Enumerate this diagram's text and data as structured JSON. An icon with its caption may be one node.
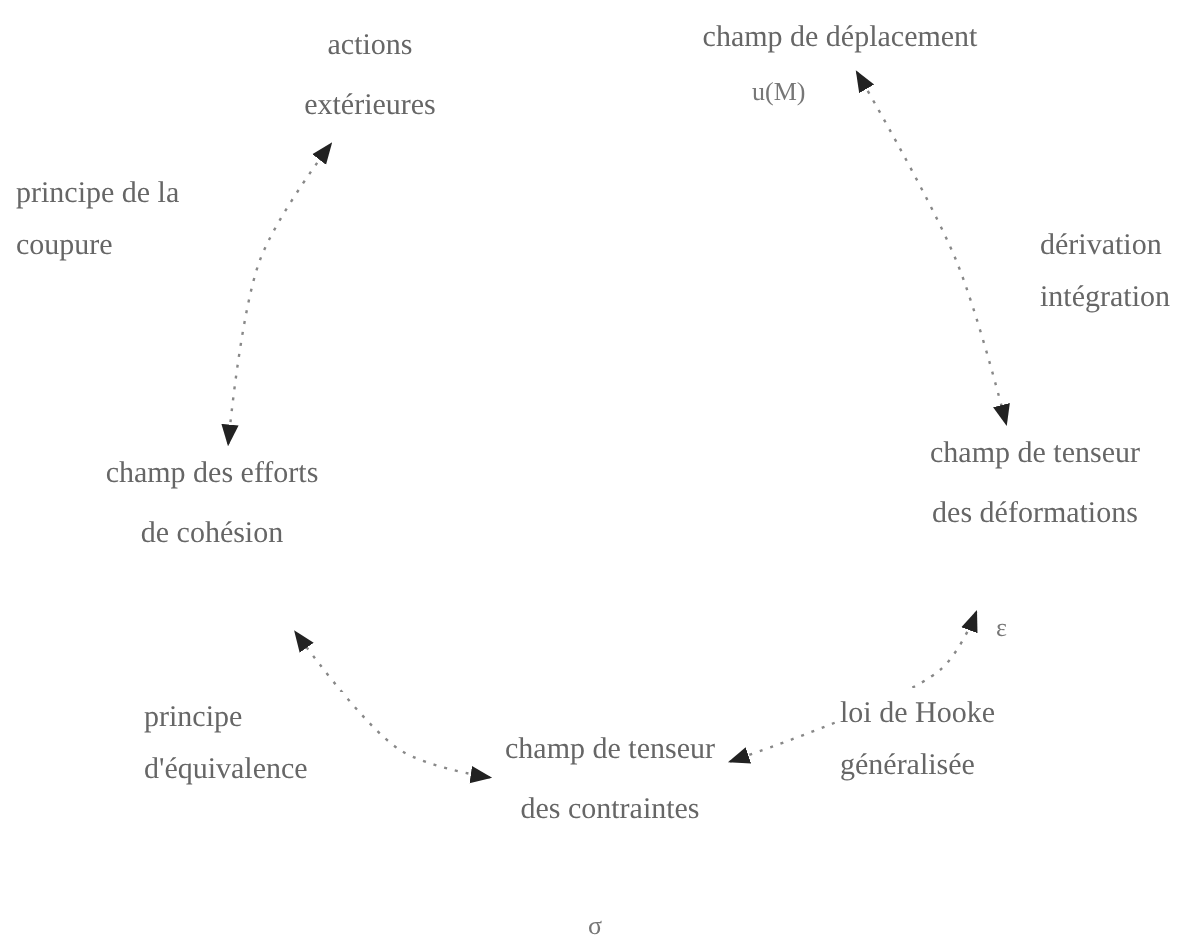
{
  "diagram": {
    "nodes": [
      {
        "text": [
          "actions extérieures"
        ]
      },
      {
        "text": [
          "champ de déplacement"
        ],
        "beside": [
          "u(M)"
        ]
      },
      {
        "text": [
          "champ de tenseur des déformations"
        ],
        "beside": [
          "ε"
        ]
      },
      {
        "text": [
          "champ de tenseur des contraintes"
        ],
        "beside": [
          "σ"
        ]
      },
      {
        "text": [
          "champ des efforts de cohésion"
        ]
      }
    ],
    "edges": [
      {
        "from": 1,
        "to": 2,
        "arrow": "both",
        "label": "dérivation intégration"
      },
      {
        "from": 2,
        "to": 3,
        "arrow": "both",
        "label": "loi de Hooke généralisée"
      },
      {
        "from": 3,
        "to": 4,
        "arrow": "both",
        "label": "principe d'équivalence"
      },
      {
        "from": 4,
        "to": 0,
        "arrow": "both",
        "label": "principe de la coupure"
      }
    ]
  }
}
